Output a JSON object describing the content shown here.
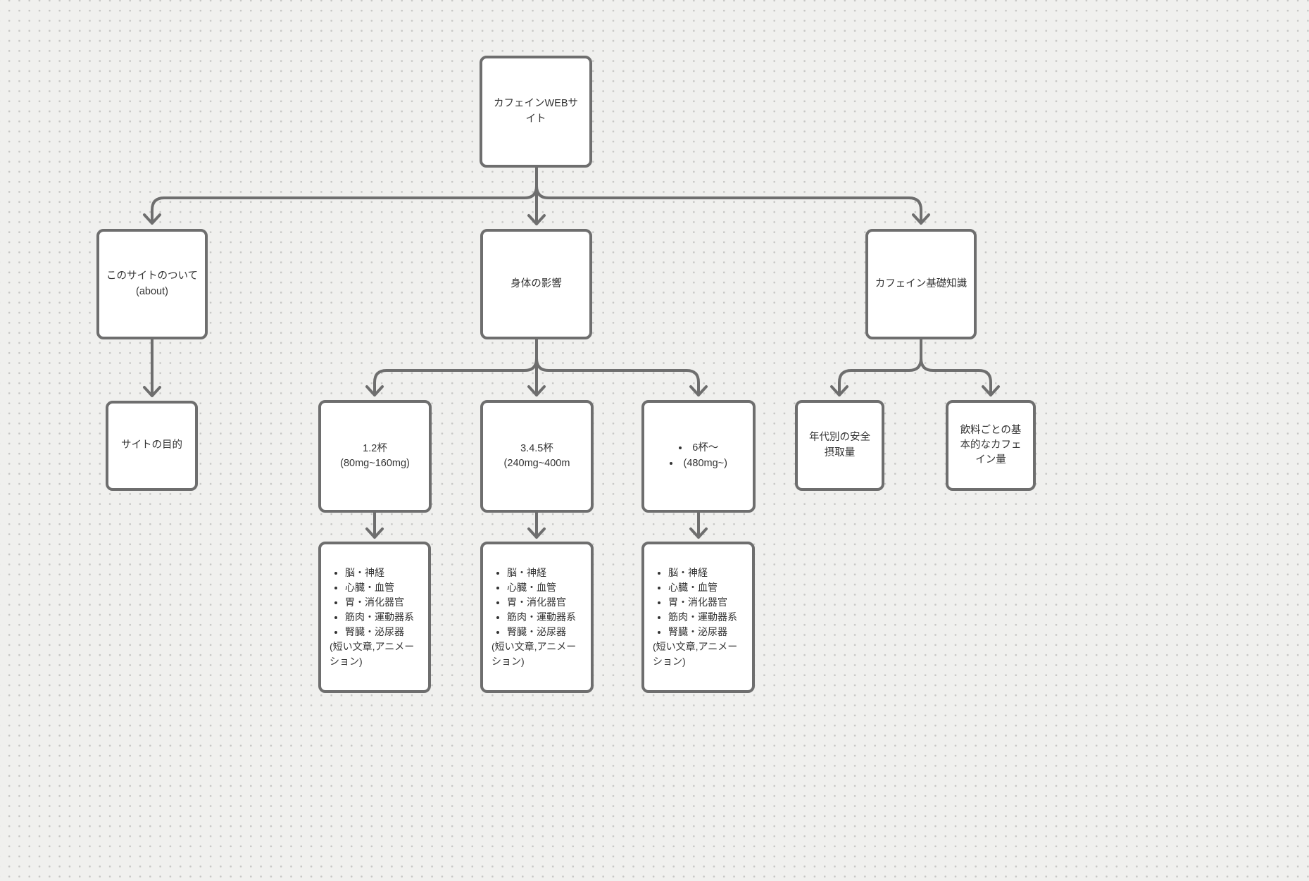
{
  "canvas": {
    "background_color": "#f0f0ee",
    "dot_color": "#c7c7c5"
  },
  "colors": {
    "node_fill": "#ffffff",
    "node_border": "#6e6e6e",
    "connector": "#6e6e6e",
    "text": "#333333"
  },
  "diagram": {
    "nodes": {
      "root": {
        "label": "カフェインWEBサ\nイト"
      },
      "about": {
        "label": "このサイトのついて\n(about)"
      },
      "body_effects": {
        "label": "身体の影響"
      },
      "basics": {
        "label": "カフェイン基礎知識"
      },
      "purpose": {
        "label": "サイトの目的"
      },
      "cups_1_2": {
        "label": "1.2杯\n(80mg~160mg)"
      },
      "cups_3_4_5": {
        "label": "3.4.5杯\n(240mg~400m"
      },
      "cups_6": {
        "items": [
          "6杯〜",
          "(480mg~)"
        ]
      },
      "age_intake": {
        "label": "年代別の安全\n摂取量"
      },
      "drink_caffeine": {
        "label": "飲料ごとの基\n本的なカフェ\nイン量"
      },
      "effects_list_1": {
        "items": [
          "脳・神経",
          "心臓・血管",
          "胃・消化器官",
          "筋肉・運動器系",
          "腎臓・泌尿器"
        ],
        "footer": "(短い文章,アニメー\nション)"
      },
      "effects_list_2": {
        "items": [
          "脳・神経",
          "心臓・血管",
          "胃・消化器官",
          "筋肉・運動器系",
          "腎臓・泌尿器"
        ],
        "footer": "(短い文章,アニメー\nション)"
      },
      "effects_list_3": {
        "items": [
          "脳・神経",
          "心臓・血管",
          "胃・消化器官",
          "筋肉・運動器系",
          "腎臓・泌尿器"
        ],
        "footer": "(短い文章,アニメー\nション)"
      }
    },
    "edges": [
      {
        "from": "root",
        "to": "about"
      },
      {
        "from": "root",
        "to": "body_effects"
      },
      {
        "from": "root",
        "to": "basics"
      },
      {
        "from": "about",
        "to": "purpose"
      },
      {
        "from": "body_effects",
        "to": "cups_1_2"
      },
      {
        "from": "body_effects",
        "to": "cups_3_4_5"
      },
      {
        "from": "body_effects",
        "to": "cups_6"
      },
      {
        "from": "basics",
        "to": "age_intake"
      },
      {
        "from": "basics",
        "to": "drink_caffeine"
      },
      {
        "from": "cups_1_2",
        "to": "effects_list_1"
      },
      {
        "from": "cups_3_4_5",
        "to": "effects_list_2"
      },
      {
        "from": "cups_6",
        "to": "effects_list_3"
      }
    ]
  }
}
